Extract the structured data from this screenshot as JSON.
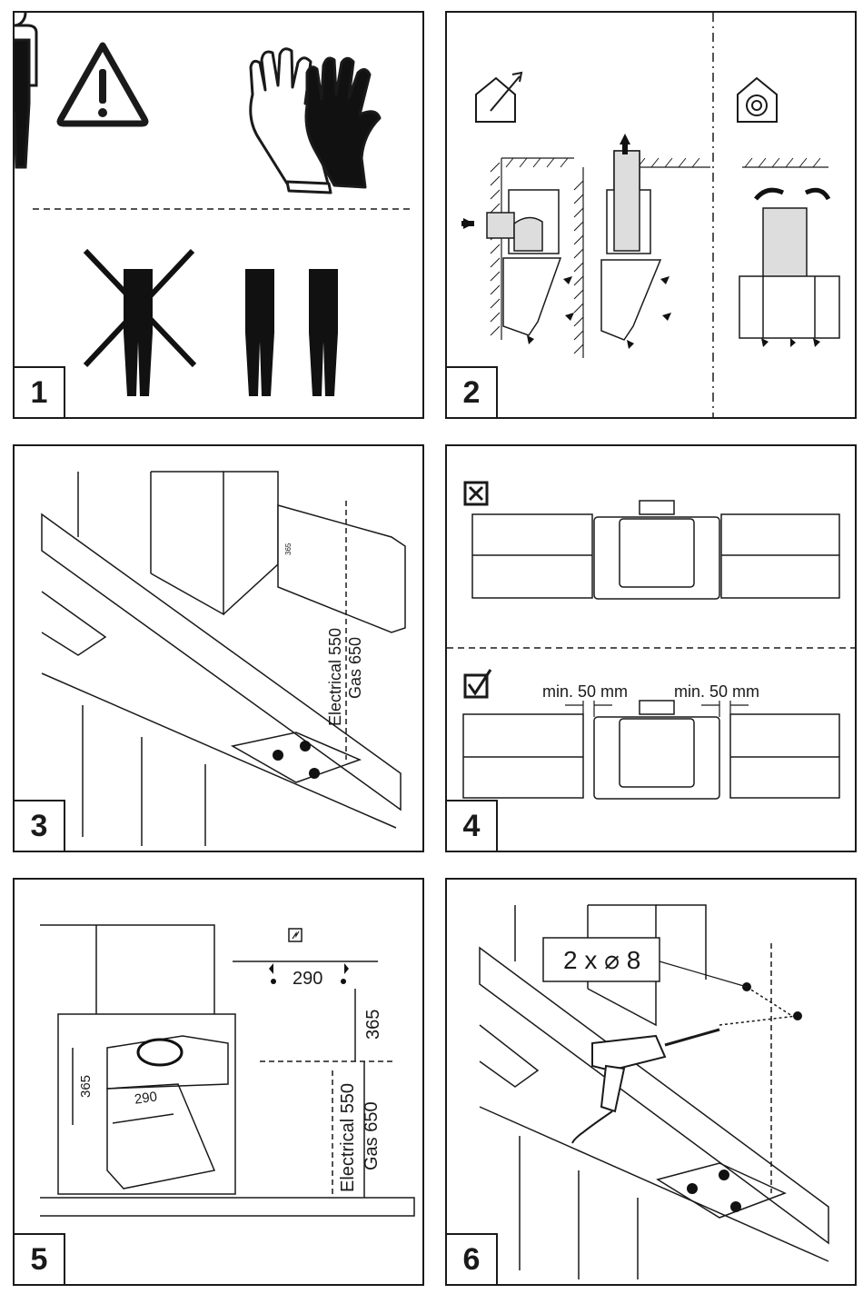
{
  "panels": [
    {
      "number": "1"
    },
    {
      "number": "2"
    },
    {
      "number": "3",
      "height_label_1": "Electrical 550",
      "height_label_2": "Gas 650",
      "small_label": "365"
    },
    {
      "number": "4",
      "clearance_left": "min. 50 mm",
      "clearance_right": "min. 50 mm"
    },
    {
      "number": "5",
      "width_label": "290",
      "height_label": "365",
      "height_label_1": "Electrical 550",
      "height_label_2": "Gas 650",
      "inset_height": "365",
      "inset_width": "290"
    },
    {
      "number": "6",
      "drill_label": "2 x ⌀ 8"
    }
  ],
  "colors": {
    "line": "#1a1a1a",
    "fill_dark": "#111111",
    "fill_gray": "#dddddd",
    "fill_light": "#f2f2f2"
  },
  "icons": [
    "warning-icon",
    "gloves-icon",
    "two-person-icon",
    "extraction-mode-icon",
    "recirculation-mode-icon",
    "electrical-outlet-icon",
    "drill-icon",
    "checkbox-cross-icon",
    "checkbox-check-icon"
  ]
}
